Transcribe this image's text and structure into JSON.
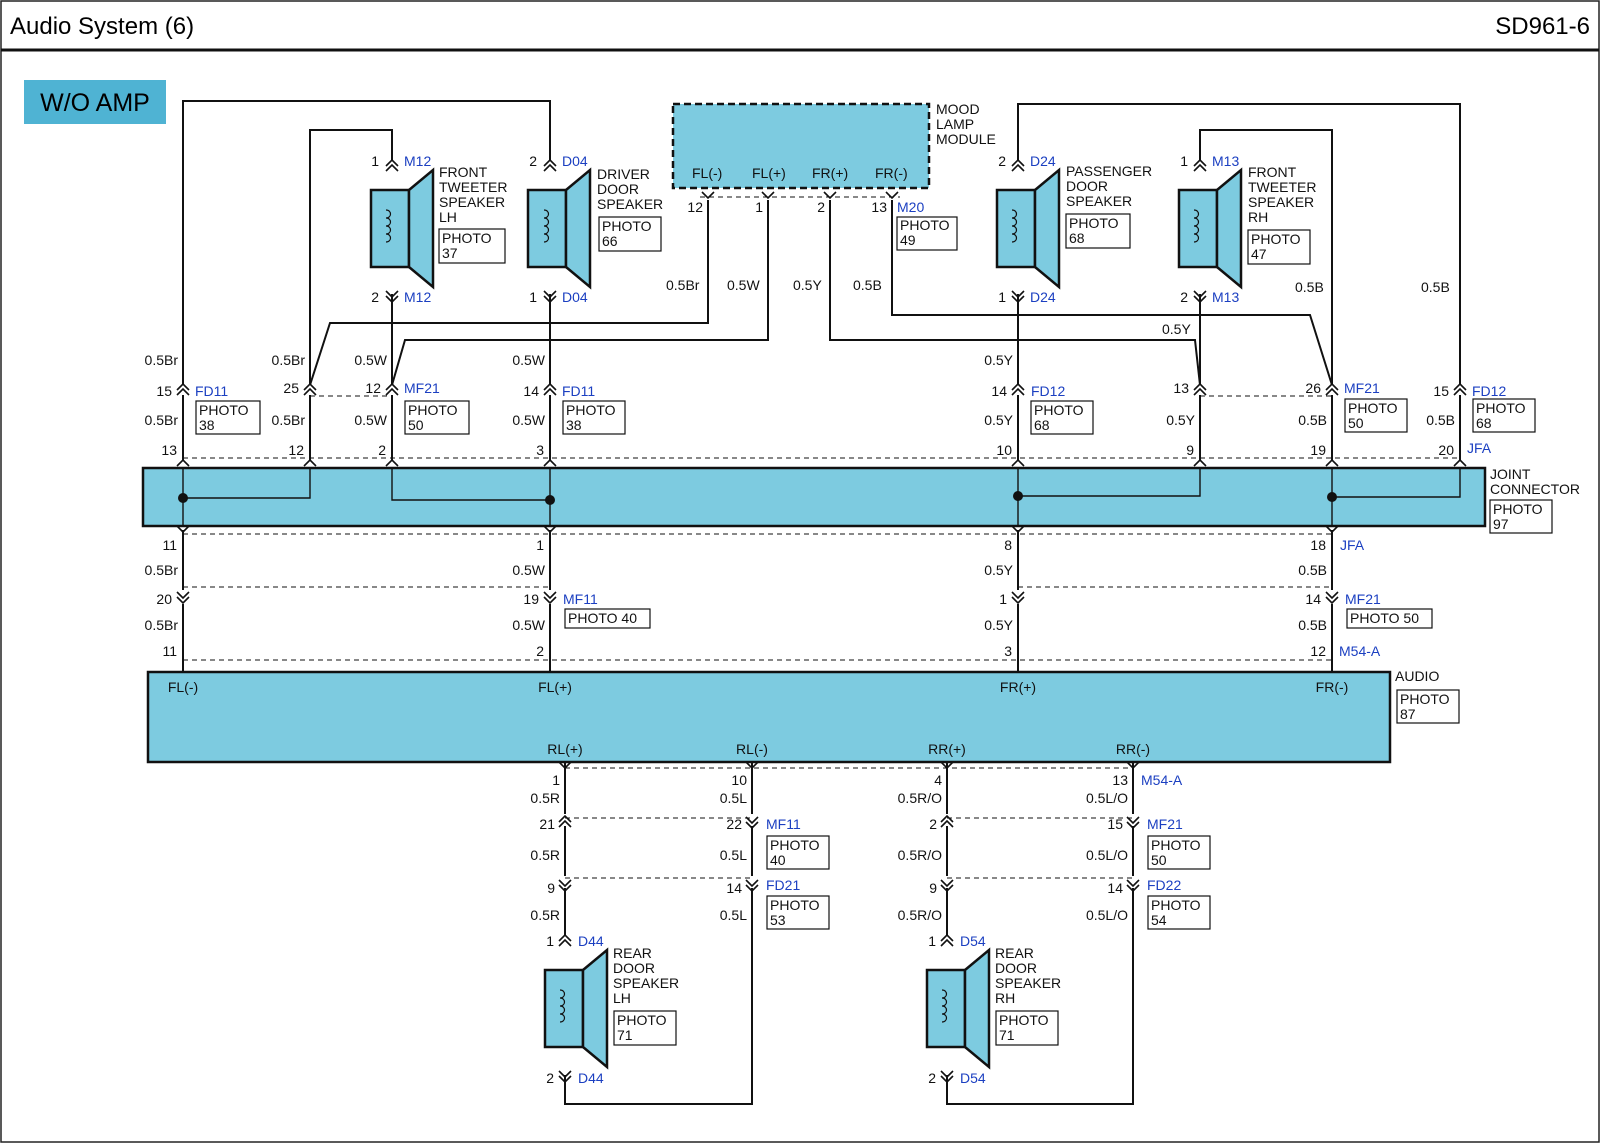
{
  "header": {
    "title": "Audio System (6)",
    "code": "SD961-6"
  },
  "variant_badge": "W/O AMP",
  "colors": {
    "component_fill": "#7dcbe0",
    "connector_label": "#1b3fc1",
    "wire": "#111111"
  },
  "components": {
    "mood_lamp": {
      "name": [
        "MOOD",
        "LAMP",
        "MODULE"
      ],
      "pins": [
        "FL(-)",
        "FL(+)",
        "FR(+)",
        "FR(-)"
      ],
      "pin_nums": [
        "12",
        "1",
        "2",
        "13"
      ],
      "connector": "M20",
      "photo": [
        "PHOTO",
        "49"
      ]
    },
    "ft_lh": {
      "name": [
        "FRONT",
        "TWEETER",
        "SPEAKER",
        "LH"
      ],
      "photo": [
        "PHOTO",
        "37"
      ],
      "connector": "M12",
      "pin_top": "1",
      "pin_bot": "2"
    },
    "driver_door": {
      "name": [
        "DRIVER",
        "DOOR",
        "SPEAKER"
      ],
      "photo": [
        "PHOTO",
        "66"
      ],
      "connector": "D04",
      "pin_top": "2",
      "pin_bot": "1"
    },
    "passenger_door": {
      "name": [
        "PASSENGER",
        "DOOR",
        "SPEAKER"
      ],
      "photo": [
        "PHOTO",
        "68"
      ],
      "connector": "D24",
      "pin_top": "2",
      "pin_bot": "1"
    },
    "ft_rh": {
      "name": [
        "FRONT",
        "TWEETER",
        "SPEAKER",
        "RH"
      ],
      "photo": [
        "PHOTO",
        "47"
      ],
      "connector": "M13",
      "pin_top": "1",
      "pin_bot": "2"
    },
    "joint": {
      "name": [
        "JOINT",
        "CONNECTOR"
      ],
      "photo": [
        "PHOTO",
        "97"
      ],
      "connector": "JFA"
    },
    "audio": {
      "name": "AUDIO",
      "photo": [
        "PHOTO",
        "87"
      ],
      "connector": "M54-A",
      "pins_top": [
        "FL(-)",
        "FL(+)",
        "FR(+)",
        "FR(-)"
      ],
      "pins_bottom": [
        "RL(+)",
        "RL(-)",
        "RR(+)",
        "RR(-)"
      ]
    },
    "rear_lh": {
      "name": [
        "REAR",
        "DOOR",
        "SPEAKER",
        "LH"
      ],
      "photo": [
        "PHOTO",
        "71"
      ],
      "connector": "D44",
      "pin_top": "1",
      "pin_bot": "2"
    },
    "rear_rh": {
      "name": [
        "REAR",
        "DOOR",
        "SPEAKER",
        "RH"
      ],
      "photo": [
        "PHOTO",
        "71"
      ],
      "connector": "D54",
      "pin_top": "1",
      "pin_bot": "2"
    }
  },
  "wires": {
    "br": "0.5Br",
    "w": "0.5W",
    "y": "0.5Y",
    "b": "0.5B",
    "r": "0.5R",
    "l": "0.5L",
    "ro": "0.5R/O",
    "lo": "0.5L/O"
  },
  "connectors": {
    "fd11": {
      "name": "FD11",
      "photo": [
        "PHOTO",
        "38"
      ],
      "pin_a": "15",
      "pin_b": "14"
    },
    "mf21_top": {
      "name": "MF21",
      "photo": [
        "PHOTO",
        "50"
      ],
      "pin_a": "25",
      "pin_b": "12",
      "pin_c": "13",
      "pin_d": "26"
    },
    "fd12": {
      "name": "FD12",
      "photo": [
        "PHOTO",
        "68"
      ],
      "pin_a": "14",
      "pin_b": "15"
    },
    "jfa_top_pins": [
      "13",
      "12",
      "2",
      "3",
      "10",
      "9",
      "19",
      "20"
    ],
    "jfa_bottom_pins": [
      "11",
      "1",
      "8",
      "18"
    ],
    "mf11": {
      "name": "MF11",
      "photo": "PHOTO 40",
      "pin_a": "20",
      "pin_b": "19"
    },
    "mf21_mid": {
      "name": "MF21",
      "photo": "PHOTO 50",
      "pin_a": "1",
      "pin_b": "14"
    },
    "m54a_top_pins": [
      "11",
      "2",
      "3",
      "12"
    ],
    "m54a_bottom_pins": [
      "1",
      "10",
      "4",
      "13"
    ],
    "mf11_low": {
      "name": "MF11",
      "photo": [
        "PHOTO",
        "40"
      ],
      "pin_a": "21",
      "pin_b": "22"
    },
    "mf21_low": {
      "name": "MF21",
      "photo": [
        "PHOTO",
        "50"
      ],
      "pin_a": "2",
      "pin_b": "15"
    },
    "fd21": {
      "name": "FD21",
      "photo": [
        "PHOTO",
        "53"
      ],
      "pin_a": "9",
      "pin_b": "14"
    },
    "fd22": {
      "name": "FD22",
      "photo": [
        "PHOTO",
        "54"
      ],
      "pin_a": "9",
      "pin_b": "14"
    }
  }
}
